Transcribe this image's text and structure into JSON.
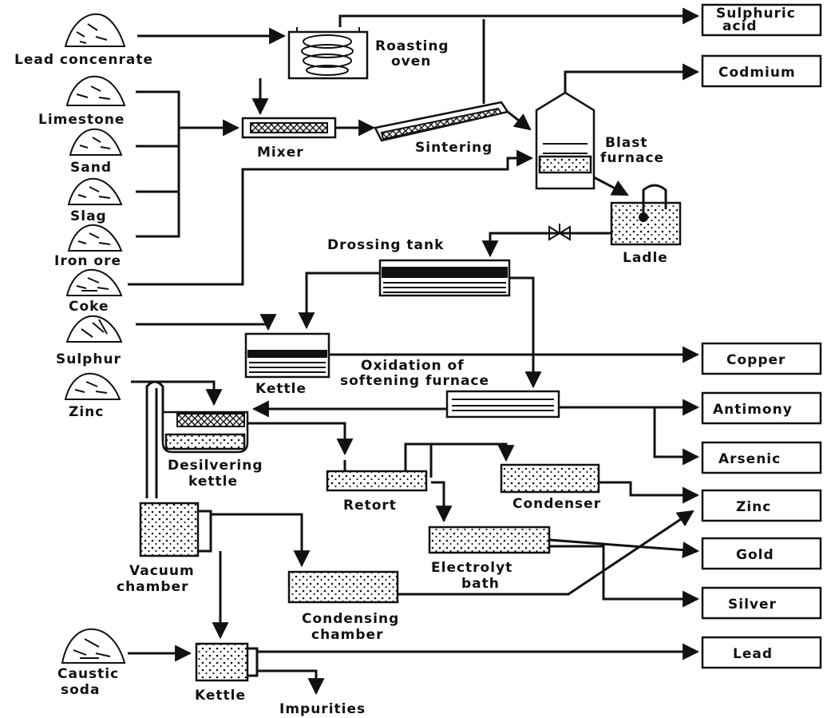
{
  "raw_materials": {
    "lead_concentrate": "Lead concenrate",
    "limestone": "Limestone",
    "sand": "Sand",
    "slag": "Slag",
    "iron_ore": "Iron ore",
    "coke": "Coke",
    "sulphur": "Sulphur",
    "zinc": "Zinc",
    "caustic_soda_line1": "Caustic",
    "caustic_soda_line2": "soda"
  },
  "process_units": {
    "roasting_oven_line1": "Roasting",
    "roasting_oven_line2": "oven",
    "mixer": "Mixer",
    "sintering": "Sintering",
    "blast_furnace_line1": "Blast",
    "blast_furnace_line2": "furnace",
    "ladle": "Ladle",
    "drossing_tank": "Drossing tank",
    "kettle_1": "Kettle",
    "oxidation_line1": "Oxidation of",
    "oxidation_line2": "softening furnace",
    "desilvering_line1": "Desilvering",
    "desilvering_line2": "kettle",
    "retort": "Retort",
    "condenser": "Condenser",
    "electrolyt_line1": "Electrolyt",
    "electrolyt_line2": "bath",
    "vacuum_line1": "Vacuum",
    "vacuum_line2": "chamber",
    "condensing_line1": "Condensing",
    "condensing_line2": "chamber",
    "kettle_2": "Kettle",
    "impurities": "Impurities"
  },
  "products": {
    "sulphuric_acid_line1": "Sulphuric",
    "sulphuric_acid_line2": "acid",
    "cadmium": "Codmium",
    "copper": "Copper",
    "antimony": "Antimony",
    "arsenic": "Arsenic",
    "zinc": "Zinc",
    "gold": "Gold",
    "silver": "Silver",
    "lead": "Lead"
  }
}
